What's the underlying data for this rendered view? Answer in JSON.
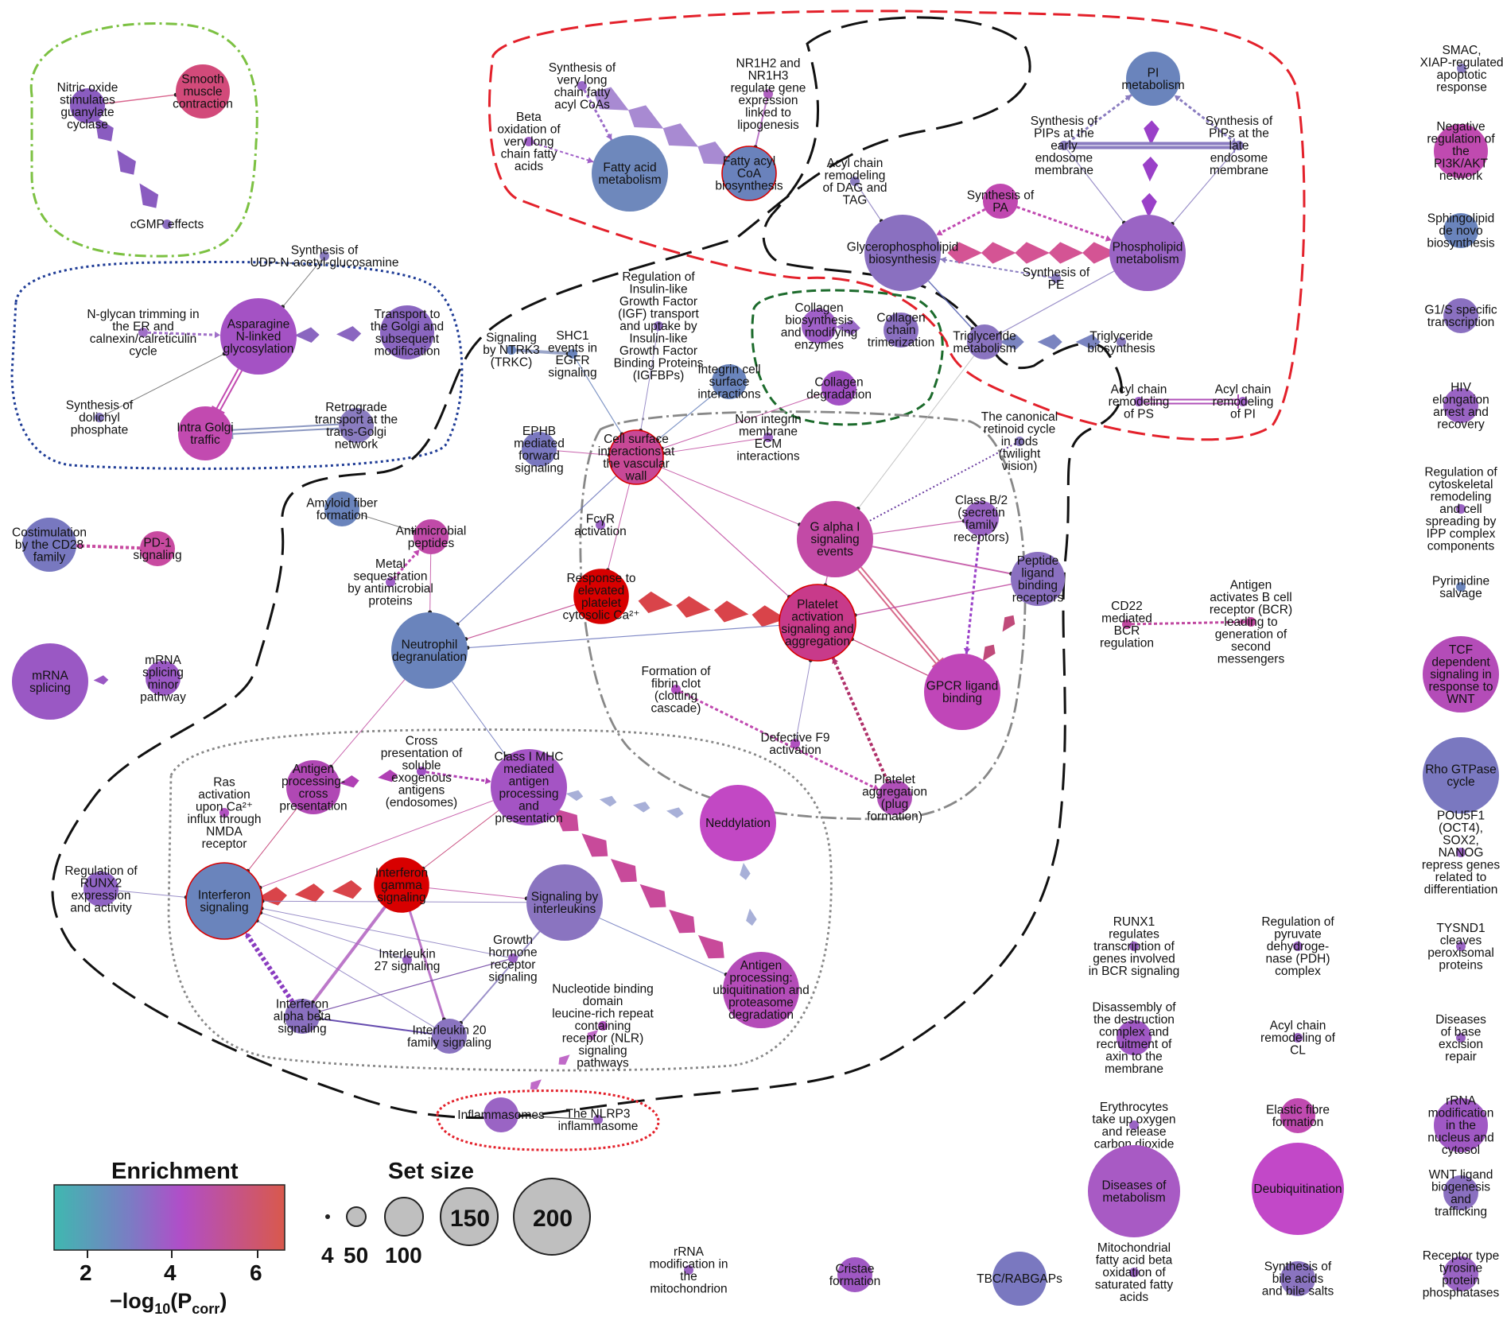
{
  "colors": {
    "enrichment_low": "#3fb8b0",
    "enrichment_mid1": "#7b7cc4",
    "enrichment_mid2": "#b04ec8",
    "enrichment_high": "#d9594c",
    "significant_node": "#d80000",
    "group_green": "#7cc142",
    "group_blue": "#1f3c96",
    "group_red": "#e3212b",
    "group_darkgreen": "#1c6b2c",
    "group_grey": "#888888",
    "group_black": "#111111"
  },
  "legend": {
    "enrichment_title": "Enrichment",
    "enrichment_ticks": [
      "2",
      "4",
      "6"
    ],
    "axis_label_prefix": "−log",
    "axis_label_sub1": "10",
    "axis_label_mid": "(P",
    "axis_label_sub2": "corr",
    "axis_label_suffix": ")",
    "setsize_title": "Set size",
    "setsize_values": [
      "4",
      "50",
      "100",
      "150",
      "200"
    ]
  },
  "nodes": [
    {
      "id": "nitric",
      "label": [
        "Nitric oxide",
        "stimulates",
        "guanylate",
        "cyclase"
      ],
      "size": "small",
      "color": "#8a5cc0"
    },
    {
      "id": "smooth",
      "label": [
        "Smooth",
        "muscle",
        "contraction"
      ],
      "size": "medium",
      "color": "#d24a7a"
    },
    {
      "id": "cgmp",
      "label": [
        "cGMP effects"
      ],
      "size": "tiny",
      "color": "#8a6cc0"
    },
    {
      "id": "udp",
      "label": [
        "Synthesis of",
        "UDP-N-acetyl-glucosamine"
      ],
      "size": "tiny",
      "color": "#8a7cc0"
    },
    {
      "id": "nglycan",
      "label": [
        "N-glycan trimming in",
        "the ER and",
        "calnexin/calreticulin",
        "cycle"
      ],
      "size": "tiny",
      "color": "#a070c8"
    },
    {
      "id": "asparagine",
      "label": [
        "Asparagine",
        "N-linked",
        "glycosylation"
      ],
      "size": "large",
      "color": "#a452c4"
    },
    {
      "id": "transport_golgi",
      "label": [
        "Transport to",
        "the Golgi and",
        "subsequent",
        "modification"
      ],
      "size": "medium",
      "color": "#8a66c0"
    },
    {
      "id": "dolichyl",
      "label": [
        "Synthesis of",
        "dolichyl",
        "phosphate"
      ],
      "size": "tiny",
      "color": "#8a7cc0"
    },
    {
      "id": "intragolgi",
      "label": [
        "Intra Golgi",
        "traffic"
      ],
      "size": "medium",
      "color": "#c24ab0"
    },
    {
      "id": "retrograde",
      "label": [
        "Retrograde",
        "transport at the",
        "trans-Golgi",
        "network"
      ],
      "size": "small",
      "color": "#8a7cc0"
    },
    {
      "id": "costim",
      "label": [
        "Costimulation",
        "by the CD28",
        "family"
      ],
      "size": "medium",
      "color": "#7878c0"
    },
    {
      "id": "pd1",
      "label": [
        "PD-1",
        "signaling"
      ],
      "size": "small",
      "color": "#c84aa0"
    },
    {
      "id": "mrna",
      "label": [
        "mRNA",
        "splicing"
      ],
      "size": "large",
      "color": "#9a58c4"
    },
    {
      "id": "mrna_minor",
      "label": [
        "mRNA",
        "splicing",
        "minor",
        "pathway"
      ],
      "size": "small",
      "color": "#9a58c4"
    },
    {
      "id": "verylong",
      "label": [
        "Synthesis of",
        "very long",
        "chain fatty",
        "acyl CoAs"
      ],
      "size": "tiny",
      "color": "#9a6ac8"
    },
    {
      "id": "betaox",
      "label": [
        "Beta",
        "oxidation of",
        "very long",
        "chain fatty",
        "acids"
      ],
      "size": "tiny",
      "color": "#a060c8"
    },
    {
      "id": "fattyacid",
      "label": [
        "Fatty acid",
        "metabolism"
      ],
      "size": "large",
      "color": "#6e88bc"
    },
    {
      "id": "nr1h2",
      "label": [
        "NR1H2 and",
        "NR1H3",
        "regulate gene",
        "expression",
        "linked to",
        "lipogenesis"
      ],
      "size": "tiny",
      "color": "#b060c0"
    },
    {
      "id": "fattyacyl",
      "label": [
        "Fatty acyl",
        "CoA",
        "biosynthesis"
      ],
      "size": "medium",
      "color": "#6a82bc"
    },
    {
      "id": "pimetab",
      "label": [
        "PI",
        "metabolism"
      ],
      "size": "medium",
      "color": "#6a84bc"
    },
    {
      "id": "pips_early",
      "label": [
        "Synthesis of",
        "PIPs at the",
        "early",
        "endosome",
        "membrane"
      ],
      "size": "tiny",
      "color": "#8a7cc0"
    },
    {
      "id": "pips_late",
      "label": [
        "Synthesis of",
        "PIPs at the",
        "late",
        "endosome",
        "membrane"
      ],
      "size": "tiny",
      "color": "#8a7cc0"
    },
    {
      "id": "acyl_dag",
      "label": [
        "Acyl chain",
        "remodeling",
        "of DAG and",
        "TAG"
      ],
      "size": "tiny",
      "color": "#8a7cc0"
    },
    {
      "id": "synth_pa",
      "label": [
        "Synthesis of",
        "PA"
      ],
      "size": "small",
      "color": "#c048b0"
    },
    {
      "id": "glycero",
      "label": [
        "Glycerophospholipid",
        "biosynthesis"
      ],
      "size": "large",
      "color": "#8a70c0"
    },
    {
      "id": "phospholipid",
      "label": [
        "Phospholipid",
        "metabolism"
      ],
      "size": "large",
      "color": "#9a64c4"
    },
    {
      "id": "synth_pe",
      "label": [
        "Synthesis of",
        "PE"
      ],
      "size": "tiny",
      "color": "#8a7cc0"
    },
    {
      "id": "collagen_bio",
      "label": [
        "Collagen",
        "biosynthesis",
        "and modifying",
        "enzymes"
      ],
      "size": "small",
      "color": "#a060c8"
    },
    {
      "id": "collagen_trim",
      "label": [
        "Collagen",
        "chain",
        "trimerization"
      ],
      "size": "small",
      "color": "#8a70c0"
    },
    {
      "id": "collagen_deg",
      "label": [
        "Collagen",
        "degradation"
      ],
      "size": "small",
      "color": "#a250c4"
    },
    {
      "id": "triglyceride",
      "label": [
        "Triglyceride",
        "metabolism"
      ],
      "size": "small",
      "color": "#8a74c0"
    },
    {
      "id": "trig_bio",
      "label": [
        "Triglyceride",
        "biosynthesis"
      ],
      "size": "tiny",
      "color": "#8a7cc0"
    },
    {
      "id": "acyl_ps",
      "label": [
        "Acyl chain",
        "remodeling",
        "of PS"
      ],
      "size": "tiny",
      "color": "#a060c8"
    },
    {
      "id": "acyl_pi",
      "label": [
        "Acyl chain",
        "remodeling",
        "of PI"
      ],
      "size": "tiny",
      "color": "#a060c8"
    },
    {
      "id": "igf",
      "label": [
        "Regulation of",
        "Insulin-like",
        "Growth Factor",
        "(IGF) transport",
        "and uptake by",
        "Insulin-like",
        "Growth Factor",
        "Binding Proteins",
        "(IGFBPs)"
      ],
      "size": "tiny",
      "color": "#9070c0"
    },
    {
      "id": "shc1",
      "label": [
        "SHC1",
        "events in",
        "EGFR",
        "signaling"
      ],
      "size": "tiny",
      "color": "#6a84bc"
    },
    {
      "id": "ntrk3",
      "label": [
        "Signaling",
        "by NTRK3",
        "(TRKC)"
      ],
      "size": "tiny",
      "color": "#6a84bc"
    },
    {
      "id": "integrin",
      "label": [
        "Integrin cell",
        "surface",
        "interactions"
      ],
      "size": "small",
      "color": "#6a84bc"
    },
    {
      "id": "ephb",
      "label": [
        "EPHB",
        "mediated",
        "forward",
        "signaling"
      ],
      "size": "small",
      "color": "#7a78c0"
    },
    {
      "id": "cellsurface",
      "label": [
        "Cell surface",
        "interactions at",
        "the vascular",
        "wall"
      ],
      "size": "medium",
      "color": "#c84896"
    },
    {
      "id": "nonintegrin",
      "label": [
        "Non integrin",
        "membrane",
        "ECM",
        "interactions"
      ],
      "size": "tiny",
      "color": "#9a64c4"
    },
    {
      "id": "retinoid",
      "label": [
        "The canonical",
        "retinoid cycle",
        "in rods",
        "(twilight",
        "vision)"
      ],
      "size": "tiny",
      "color": "#8a7cc0"
    },
    {
      "id": "amyloid",
      "label": [
        "Amyloid fiber",
        "formation"
      ],
      "size": "small",
      "color": "#6a84bc"
    },
    {
      "id": "antimicrobial",
      "label": [
        "Antimicrobial",
        "peptides"
      ],
      "size": "small",
      "color": "#c04aa8"
    },
    {
      "id": "metal",
      "label": [
        "Metal",
        "sequestration",
        "by antimicrobial",
        "proteins"
      ],
      "size": "tiny",
      "color": "#a060c8"
    },
    {
      "id": "fcgr",
      "label": [
        "FcγR",
        "activation"
      ],
      "size": "tiny",
      "color": "#9a64c4"
    },
    {
      "id": "galpha",
      "label": [
        "G alpha I",
        "signaling",
        "events"
      ],
      "size": "large",
      "color": "#c24aa6"
    },
    {
      "id": "classb2",
      "label": [
        "Class B/2",
        "(secretin",
        "family",
        "receptors)"
      ],
      "size": "small",
      "color": "#9a64c4"
    },
    {
      "id": "peptide",
      "label": [
        "Peptide",
        "ligand",
        "binding",
        "receptors"
      ],
      "size": "medium",
      "color": "#8a70c0"
    },
    {
      "id": "response",
      "label": [
        "Response to",
        "elevated",
        "platelet",
        "cytosolic Ca²⁺"
      ],
      "size": "medium",
      "color": "#d80000"
    },
    {
      "id": "platelet",
      "label": [
        "Platelet",
        "activation",
        "signaling and",
        "aggregation"
      ],
      "size": "large",
      "color": "#c83a8a"
    },
    {
      "id": "neutrophil",
      "label": [
        "Neutrophil",
        "degranulation"
      ],
      "size": "large",
      "color": "#6a84bc"
    },
    {
      "id": "fibrin",
      "label": [
        "Formation of",
        "fibrin clot",
        "(clotting",
        "cascade)"
      ],
      "size": "tiny",
      "color": "#b050c0"
    },
    {
      "id": "gpcr",
      "label": [
        "GPCR ligand",
        "binding"
      ],
      "size": "large",
      "color": "#c046b8"
    },
    {
      "id": "cd22",
      "label": [
        "CD22",
        "mediated",
        "BCR",
        "regulation"
      ],
      "size": "tiny",
      "color": "#c048a0"
    },
    {
      "id": "antigen_bcr",
      "label": [
        "Antigen",
        "activates B cell",
        "receptor (BCR)",
        "leading to",
        "generation of",
        "second",
        "messengers"
      ],
      "size": "tiny",
      "color": "#c048a0"
    },
    {
      "id": "defective_f9",
      "label": [
        "Defective F9",
        "activation"
      ],
      "size": "tiny",
      "color": "#b050c0"
    },
    {
      "id": "platelet_agg",
      "label": [
        "Platelet",
        "aggregation",
        "(plug",
        "formation)"
      ],
      "size": "small",
      "color": "#b050b8"
    },
    {
      "id": "cross_pres",
      "label": [
        "Cross",
        "presentation of",
        "soluble",
        "exogenous",
        "antigens",
        "(endosomes)"
      ],
      "size": "tiny",
      "color": "#a050c4"
    },
    {
      "id": "antigen_cross",
      "label": [
        "Antigen",
        "processing-",
        "cross",
        "presentation"
      ],
      "size": "medium",
      "color": "#b048b4"
    },
    {
      "id": "classi",
      "label": [
        "Class I MHC",
        "mediated",
        "antigen",
        "processing",
        "and",
        "presentation"
      ],
      "size": "large",
      "color": "#a454c4"
    },
    {
      "id": "neddylation",
      "label": [
        "Neddylation"
      ],
      "size": "large",
      "color": "#c248c4"
    },
    {
      "id": "ras",
      "label": [
        "Ras",
        "activation",
        "upon Ca²⁺",
        "influx through",
        "NMDA",
        "receptor"
      ],
      "size": "tiny",
      "color": "#b050c0"
    },
    {
      "id": "runx2",
      "label": [
        "Regulation of",
        "RUNX2",
        "expression",
        "and activity"
      ],
      "size": "small",
      "color": "#9064c4"
    },
    {
      "id": "interferon",
      "label": [
        "Interferon",
        "signaling"
      ],
      "size": "large",
      "color": "#6a84bc"
    },
    {
      "id": "ifn_gamma",
      "label": [
        "Interferon",
        "gamma",
        "signaling"
      ],
      "size": "medium",
      "color": "#d80000"
    },
    {
      "id": "il_sig",
      "label": [
        "Signaling by",
        "interleukins"
      ],
      "size": "large",
      "color": "#8a74c0"
    },
    {
      "id": "il27",
      "label": [
        "Interleukin",
        "27 signaling"
      ],
      "size": "tiny",
      "color": "#9a64c4"
    },
    {
      "id": "growth_hormone",
      "label": [
        "Growth",
        "hormone",
        "receptor",
        "signaling"
      ],
      "size": "tiny",
      "color": "#9a64c4"
    },
    {
      "id": "ifn_ab",
      "label": [
        "Interferon",
        "alpha beta",
        "signaling"
      ],
      "size": "small",
      "color": "#8a70c0"
    },
    {
      "id": "il20",
      "label": [
        "Interleukin 20",
        "family signaling"
      ],
      "size": "small",
      "color": "#8a74c0"
    },
    {
      "id": "ubiq",
      "label": [
        "Antigen",
        "processing:",
        "ubiquitination and",
        "proteasome",
        "degradation"
      ],
      "size": "large",
      "color": "#b44cb8"
    },
    {
      "id": "nlr",
      "label": [
        "Nucleotide binding",
        "domain",
        "leucine-rich repeat",
        "containing",
        "receptor (NLR)",
        "signaling",
        "pathways"
      ],
      "size": "tiny",
      "color": "#b050c0"
    },
    {
      "id": "inflammasomes",
      "label": [
        "Inflammasomes"
      ],
      "size": "small",
      "color": "#9a64c4"
    },
    {
      "id": "nlrp3",
      "label": [
        "The NLRP3",
        "inflammasome"
      ],
      "size": "tiny",
      "color": "#9a64c4"
    },
    {
      "id": "smac",
      "label": [
        "SMAC,",
        "XIAP-regulated",
        "apoptotic",
        "response"
      ],
      "size": "tiny",
      "color": "#8a7cc0"
    },
    {
      "id": "pi3k",
      "label": [
        "Negative",
        "regulation of",
        "the",
        "PI3K/AKT",
        "network"
      ],
      "size": "medium",
      "color": "#c04ab0"
    },
    {
      "id": "sphingo",
      "label": [
        "Sphingolipid",
        "de novo",
        "biosynthesis"
      ],
      "size": "small",
      "color": "#6a84bc"
    },
    {
      "id": "g1s",
      "label": [
        "G1/S specific",
        "transcription"
      ],
      "size": "small",
      "color": "#8a70c0"
    },
    {
      "id": "hiv",
      "label": [
        "HIV",
        "elongation",
        "arrest and",
        "recovery"
      ],
      "size": "small",
      "color": "#9a64c4"
    },
    {
      "id": "cytoskeletal",
      "label": [
        "Regulation of",
        "cytoskeletal",
        "remodeling",
        "and cell",
        "spreading by",
        "IPP complex",
        "components"
      ],
      "size": "tiny",
      "color": "#9a64c4"
    },
    {
      "id": "pyrimidine",
      "label": [
        "Pyrimidine",
        "salvage"
      ],
      "size": "tiny",
      "color": "#6a84bc"
    },
    {
      "id": "tcf",
      "label": [
        "TCF",
        "dependent",
        "signaling in",
        "response to",
        "WNT"
      ],
      "size": "large",
      "color": "#b44cb8"
    },
    {
      "id": "rho",
      "label": [
        "Rho GTPase",
        "cycle"
      ],
      "size": "large",
      "color": "#7a78c0"
    },
    {
      "id": "pou5f1",
      "label": [
        "POU5F1",
        "(OCT4),",
        "SOX2,",
        "NANOG",
        "repress genes",
        "related to",
        "differentiation"
      ],
      "size": "tiny",
      "color": "#9a64c4"
    },
    {
      "id": "runx1",
      "label": [
        "RUNX1",
        "regulates",
        "transcription of",
        "genes involved",
        "in BCR signaling"
      ],
      "size": "tiny",
      "color": "#9a64c4"
    },
    {
      "id": "pdh",
      "label": [
        "Regulation of",
        "pyruvate",
        "dehydroge-",
        "nase (PDH)",
        "complex"
      ],
      "size": "tiny",
      "color": "#9a64c4"
    },
    {
      "id": "tysnd1",
      "label": [
        "TYSND1",
        "cleaves",
        "peroxisomal",
        "proteins"
      ],
      "size": "tiny",
      "color": "#9a64c4"
    },
    {
      "id": "axin",
      "label": [
        "Disassembly of",
        "the destruction",
        "complex and",
        "recruitment of",
        "axin to the",
        "membrane"
      ],
      "size": "small",
      "color": "#a058c4"
    },
    {
      "id": "acyl_cl",
      "label": [
        "Acyl chain",
        "remodeling of",
        "CL"
      ],
      "size": "tiny",
      "color": "#9a64c4"
    },
    {
      "id": "base_excision",
      "label": [
        "Diseases",
        "of base",
        "excision",
        "repair"
      ],
      "size": "tiny",
      "color": "#9a64c4"
    },
    {
      "id": "erythro",
      "label": [
        "Erythrocytes",
        "take up oxygen",
        "and release",
        "carbon dioxide"
      ],
      "size": "tiny",
      "color": "#9a64c4"
    },
    {
      "id": "elastic",
      "label": [
        "Elastic fibre",
        "formation"
      ],
      "size": "small",
      "color": "#c04ab0"
    },
    {
      "id": "rrna_nuc",
      "label": [
        "rRNA",
        "modification",
        "in the",
        "nucleus and",
        "cytosol"
      ],
      "size": "medium",
      "color": "#a058c4"
    },
    {
      "id": "diseases_met",
      "label": [
        "Diseases of",
        "metabolism"
      ],
      "size": "xlarge",
      "color": "#a85ac4"
    },
    {
      "id": "deubiq",
      "label": [
        "Deubiquitination"
      ],
      "size": "xlarge",
      "color": "#c248c8"
    },
    {
      "id": "wnt_ligand",
      "label": [
        "WNT ligand",
        "biogenesis",
        "and",
        "trafficking"
      ],
      "size": "small",
      "color": "#8a70c0"
    },
    {
      "id": "rrna_mito",
      "label": [
        "rRNA",
        "modification in",
        "the",
        "mitochondrion"
      ],
      "size": "tiny",
      "color": "#9a64c4"
    },
    {
      "id": "cristae",
      "label": [
        "Cristae",
        "formation"
      ],
      "size": "small",
      "color": "#a058c4"
    },
    {
      "id": "tbc",
      "label": [
        "TBC/RABGAPs"
      ],
      "size": "medium",
      "color": "#7a78c0"
    },
    {
      "id": "mito_fa",
      "label": [
        "Mitochondrial",
        "fatty acid beta",
        "oxidation of",
        "saturated fatty",
        "acids"
      ],
      "size": "tiny",
      "color": "#9a64c4"
    },
    {
      "id": "bile",
      "label": [
        "Synthesis of",
        "bile acids",
        "and bile salts"
      ],
      "size": "small",
      "color": "#8a74c0"
    },
    {
      "id": "rtk_phosph",
      "label": [
        "Receptor type",
        "tyrosine",
        "protein",
        "phosphatases"
      ],
      "size": "small",
      "color": "#9a64c4"
    }
  ]
}
